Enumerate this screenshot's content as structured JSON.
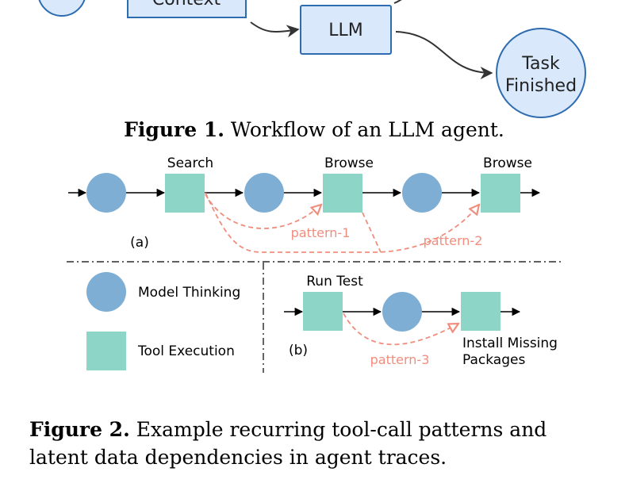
{
  "figure1": {
    "nodes": {
      "top_left_circle_label": "..",
      "context_label": "Context",
      "llm_label": "LLM",
      "task_line1": "Task",
      "task_line2": "Finished"
    },
    "caption_label": "Figure 1.",
    "caption_text": " Workflow of an LLM agent."
  },
  "figure2": {
    "panel_a": {
      "label": "(a)",
      "tool_labels": [
        "Search",
        "Browse",
        "Browse"
      ],
      "pattern_labels": [
        "pattern-1",
        "pattern-2"
      ]
    },
    "panel_b": {
      "label": "(b)",
      "tool_label_top": "Run Test",
      "tool_label_bottom_line1": "Install Missing",
      "tool_label_bottom_line2": "Packages",
      "pattern_label": "pattern-3"
    },
    "legend": {
      "thinking_label": "Model Thinking",
      "tool_label": "Tool Execution"
    },
    "caption_label": "Figure 2.",
    "caption_text": " Example recurring tool-call patterns and latent data dependencies in agent traces."
  },
  "colors": {
    "circle_fill": "#7eaed3",
    "square_fill": "#8dd5c7",
    "box_fill": "#dae8fc",
    "box_stroke": "#2e6cb0",
    "pattern": "#f08e7e"
  }
}
